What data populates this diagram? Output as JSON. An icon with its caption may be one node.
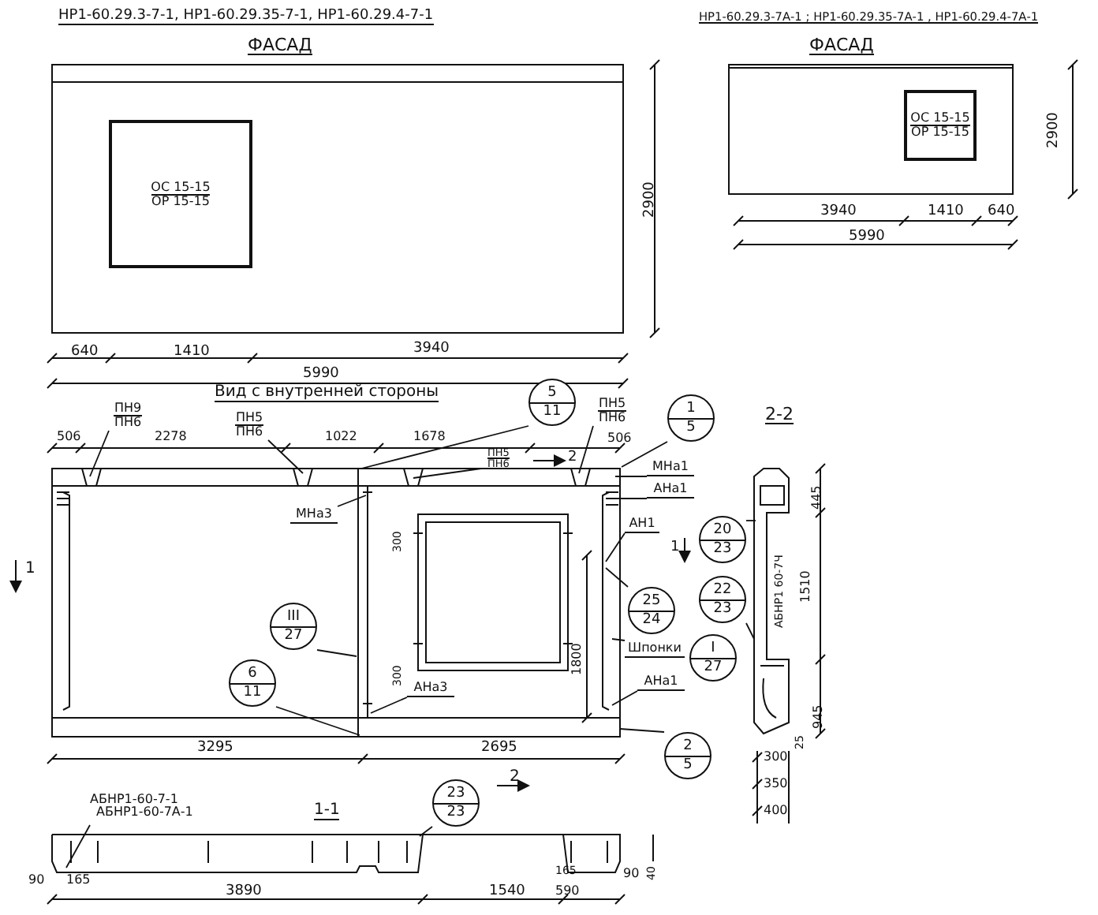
{
  "diagram": {
    "nodes": [
      {
        "text": [
          "ПН9",
          "ПН6"
        ]
      },
      {
        "text": [
          "ПН5",
          "ПН6"
        ]
      },
      {
        "text": [
          "ПН5",
          "ПН6"
        ]
      },
      {
        "text": [
          "ПН5",
          "ПН6"
        ]
      },
      {
        "text": [
          "МНа1"
        ]
      },
      {
        "text": [
          "АНа1"
        ]
      },
      {
        "text": [
          "МНа3"
        ]
      },
      {
        "text": [
          "АН1"
        ]
      },
      {
        "text": [
          "Шпонки"
        ]
      },
      {
        "text": [
          "АНа1"
        ]
      },
      {
        "text": [
          "АНа3"
        ]
      },
      {
        "text": [
          "АБНР1-60-7-1",
          "АБНР1-60-7А-1"
        ]
      },
      {
        "text": [
          "5",
          "11"
        ]
      },
      {
        "text": [
          "1",
          "5"
        ]
      },
      {
        "text": [
          "III",
          "27"
        ]
      },
      {
        "text": [
          "6",
          "11"
        ]
      },
      {
        "text": [
          "25",
          "24"
        ]
      },
      {
        "text": [
          "I",
          "27"
        ]
      },
      {
        "text": [
          "2",
          "5"
        ]
      },
      {
        "text": [
          "20",
          "23"
        ]
      },
      {
        "text": [
          "22",
          "23"
        ]
      },
      {
        "text": [
          "23",
          "23"
        ]
      },
      {
        "text": [
          "ОС 15-15",
          "ОР 15-15"
        ]
      },
      {
        "text": [
          "ОС 15-15",
          "ОР 15-15"
        ]
      },
      {
        "text": [],
        "shape": "picture"
      },
      {
        "text": [],
        "shape": "picture"
      }
    ],
    "edges": [
      {
        "from": 0,
        "to": null,
        "arrow": "none"
      },
      {
        "from": 1,
        "to": null,
        "arrow": "none"
      },
      {
        "from": 2,
        "to": null,
        "arrow": "none"
      },
      {
        "from": 3,
        "to": null,
        "arrow": "none"
      },
      {
        "from": 4,
        "to": null,
        "arrow": "none"
      },
      {
        "from": 5,
        "to": null,
        "arrow": "none"
      },
      {
        "from": 6,
        "to": null,
        "arrow": "none"
      },
      {
        "from": 7,
        "to": null,
        "arrow": "none"
      },
      {
        "from": 8,
        "to": null,
        "arrow": "none"
      },
      {
        "from": 9,
        "to": null,
        "arrow": "none"
      },
      {
        "from": 10,
        "to": null,
        "arrow": "none"
      },
      {
        "from": 11,
        "to": 25,
        "arrow": "none"
      },
      {
        "from": 12,
        "to": null,
        "arrow": "none"
      },
      {
        "from": 13,
        "to": null,
        "arrow": "none"
      },
      {
        "from": 14,
        "to": null,
        "arrow": "none"
      },
      {
        "from": 15,
        "to": null,
        "arrow": "none"
      },
      {
        "from": 16,
        "to": null,
        "arrow": "none"
      },
      {
        "from": 18,
        "to": null,
        "arrow": "none"
      },
      {
        "from": 19,
        "to": 24,
        "arrow": "none"
      },
      {
        "from": 20,
        "to": 24,
        "arrow": "none"
      },
      {
        "from": 21,
        "to": 25,
        "arrow": "none"
      }
    ],
    "labels": [
      "НР1-60.29.3-7-1,  НР1-60.29.35-7-1,  НР1-60.29.4-7-1",
      "НР1-60.29.3-7А-1 ; НР1-60.29.35-7А-1 , НР1-60.29.4-7А-1",
      "ФАСАД",
      "ФАСАД",
      "2900",
      "2900",
      "640",
      "1410",
      "3940",
      "5990",
      "3940",
      "1410",
      "640",
      "5990",
      "Вид с внутренней стороны",
      "506",
      "2278",
      "1022",
      "1678",
      "506",
      "300",
      "300",
      "1800",
      "3295",
      "2695",
      "1",
      "2",
      "1",
      "2-2",
      "445",
      "1510",
      "АБНР1 60-7Ч",
      "945",
      "25",
      "300",
      "2",
      "350",
      "1-1",
      "400",
      "90",
      "165",
      "3890",
      "1540",
      "165",
      "90",
      "590",
      "40"
    ]
  }
}
